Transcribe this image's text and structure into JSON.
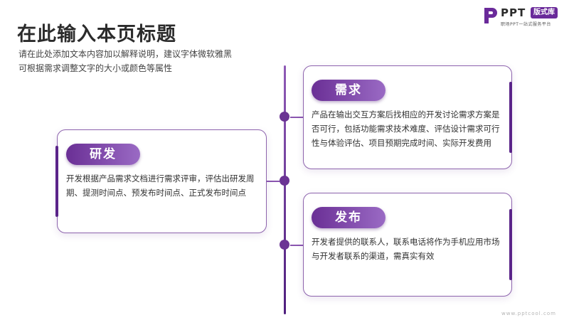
{
  "header": {
    "title": "在此输入本页标题",
    "description_lines": [
      "请在此处添加文本内容加以解释说明，建议字体微软雅黑",
      "可根据需求调整文字的大小或颜色等属性"
    ]
  },
  "logo": {
    "brand": "PPT",
    "badge": "版式库",
    "tagline": "职场PPT一站式服务平台"
  },
  "cards": [
    {
      "title": "需求",
      "text": "产品在输出交互方案后找相应的开发讨论需求方案是否可行，包括功能需求技术难度、评估设计需求可行性与体验评估、项目预期完成时间、实际开发费用"
    },
    {
      "title": "研发",
      "text": "开发根据产品需求文档进行需求评审，评估出研发周期、提测时间点、预发布时间点、正式发布时间点"
    },
    {
      "title": "发布",
      "text": "开发者提供的联系人，联系电话将作为手机应用市场与开发者联系的渠道，需真实有效"
    }
  ],
  "footer": {
    "watermark": "www.pptcool.com"
  },
  "colors": {
    "accent": "#6a2f95",
    "accent_light": "#9a6ac4",
    "border": "#8d63ad"
  }
}
